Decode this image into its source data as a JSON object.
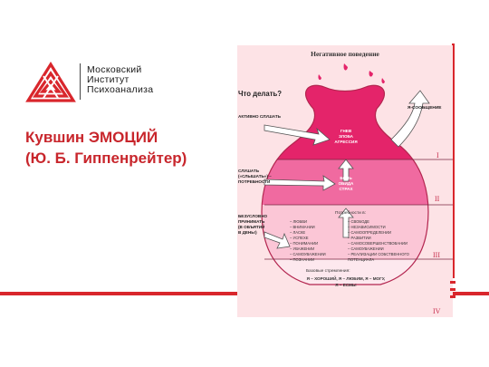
{
  "institute": {
    "lines": [
      "Московский",
      "Институт",
      "Психоанализа"
    ]
  },
  "title": {
    "line1": "Кувшин ЭМОЦИЙ",
    "line2": "(Ю. Б. Гиппенрейтер)"
  },
  "poster": {
    "header": "Негативное поведение",
    "question": "Что делать?",
    "left_notes": {
      "listen_active": "АКТИВНО СЛУШАТЬ",
      "listen_needs_1": "СЛУШАТЬ",
      "listen_needs_2": "(«СЛЫШАТЬ») –",
      "listen_needs_3": "ПОТРЕБНОСТИ",
      "accept_1": "БЕЗУСЛОВНО",
      "accept_2": "ПРИНИМАТЬ",
      "accept_3": "(В ОБЪЯТИЙ",
      "accept_4": "В ДЕНЬ!)"
    },
    "right_note": "Я-СООБЩЕНИЕ",
    "layer1": [
      "ГНЕВ",
      "ЗЛОБА",
      "АГРЕССИЯ"
    ],
    "layer2": [
      "БОЛЬ",
      "ОБИДА",
      "СТРАХ"
    ],
    "needs_title": "Потребности в:",
    "needs_left": [
      "– ЛЮБВИ",
      "– ВНИМАНИИ",
      "– ЛАСКЕ",
      "– УСПЕХЕ",
      "– ПОНИМАНИИ",
      "– УВАЖЕНИИ",
      "– САМОУВАЖЕНИИ",
      "– ПОЗНАНИИ"
    ],
    "needs_right": [
      "– СВОБОДЕ",
      "– НЕЗАВИСИМОСТИ",
      "– САМООПРЕДЕЛЕНИИ",
      "– РАЗВИТИИ",
      "– САМОСОВЕРШЕНСТВОВАНИИ",
      "– САМОУВАЖЕНИИ",
      "– РЕАЛИЗАЦИИ СОБСТВЕННОГО",
      "   ПОТЕНЦИАЛА"
    ],
    "base_title": "Базовые стремления:",
    "base_line1": "Я – ХОРОШИЙ, Я – ЛЮБИМ, Я – МОГУ,",
    "base_line2": "Я – ЕСМЬ!",
    "numerals": [
      "I",
      "II",
      "III",
      "IV"
    ],
    "colors": {
      "bg": "#fde3e6",
      "layer1": "#e4246a",
      "layer2": "#f06aa0",
      "layer3": "#fbc6d6",
      "bottom": "#fde8ee",
      "numeral": "#c8304f"
    }
  },
  "accent_color": "#d9262c"
}
